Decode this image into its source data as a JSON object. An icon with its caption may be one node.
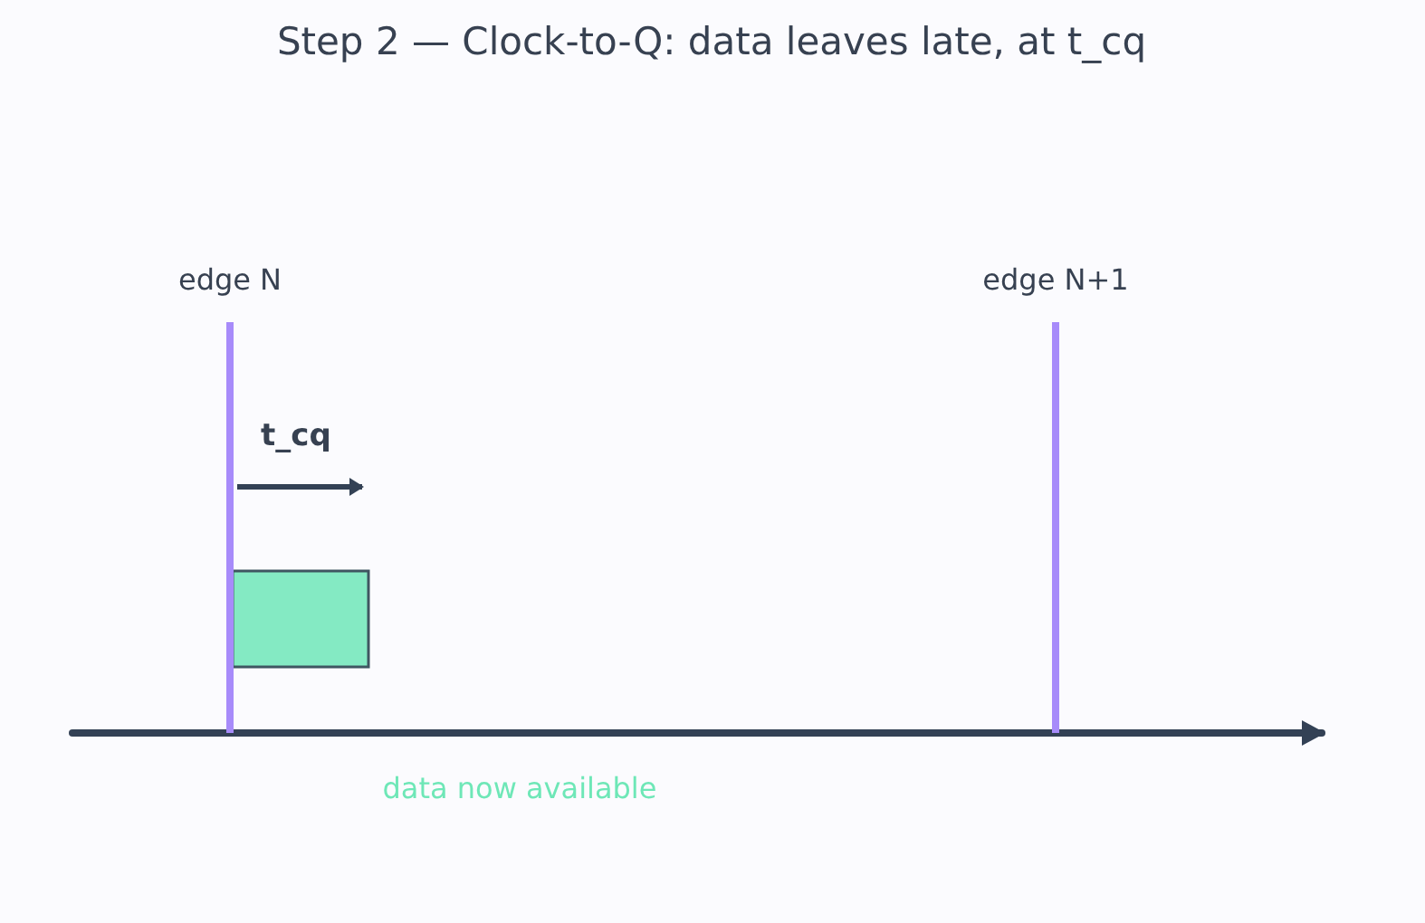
{
  "diagram": {
    "title": "Step 2 — Clock-to-Q: data leaves late, at t_cq",
    "nodes": [
      {
        "text": [],
        "shape": "bar"
      }
    ],
    "labels": [
      "edge N",
      "edge N+1",
      "t_cq",
      "data now available"
    ]
  }
}
